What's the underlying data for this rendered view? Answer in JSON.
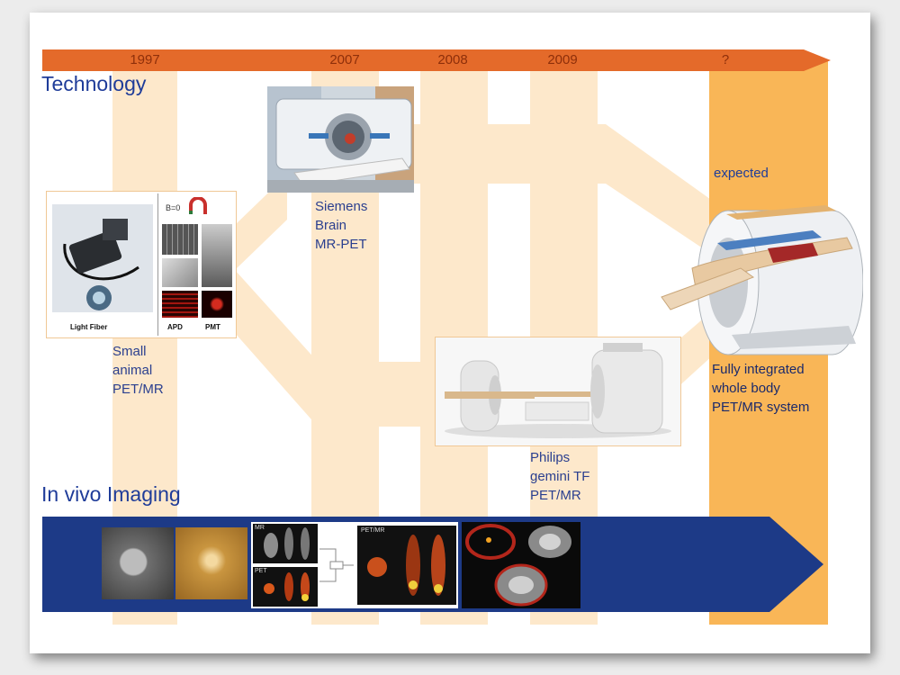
{
  "years": [
    "1997",
    "2007",
    "2008",
    "2009",
    "?"
  ],
  "sections": {
    "technology": "Technology",
    "in_vivo": "In vivo Imaging"
  },
  "milestones": {
    "small_animal": "Small\nanimal\nPET/MR",
    "siemens": "Siemens\nBrain\nMR-PET",
    "philips": "Philips\ngemini TF\nPET/MR",
    "expected": "expected",
    "integrated": "Fully integrated\nwhole body\nPET/MR system"
  },
  "detector_panel": {
    "light_fiber": "Light Fiber",
    "apd": "APD",
    "pmt": "PMT"
  },
  "imaging_labels": {
    "mr": "MR",
    "pet": "PET",
    "pet_mr": "PET/MR"
  },
  "colors": {
    "timeline_arrow": "#e46a2a",
    "band_light": "#fde8cb",
    "expected_band": "#f9b657",
    "imaging_arrow": "#1d3a87",
    "text_blue": "#2a3f8f"
  },
  "icons": [
    "arrow-right-icon",
    "scanner-icon",
    "magnet-ring-icon"
  ]
}
